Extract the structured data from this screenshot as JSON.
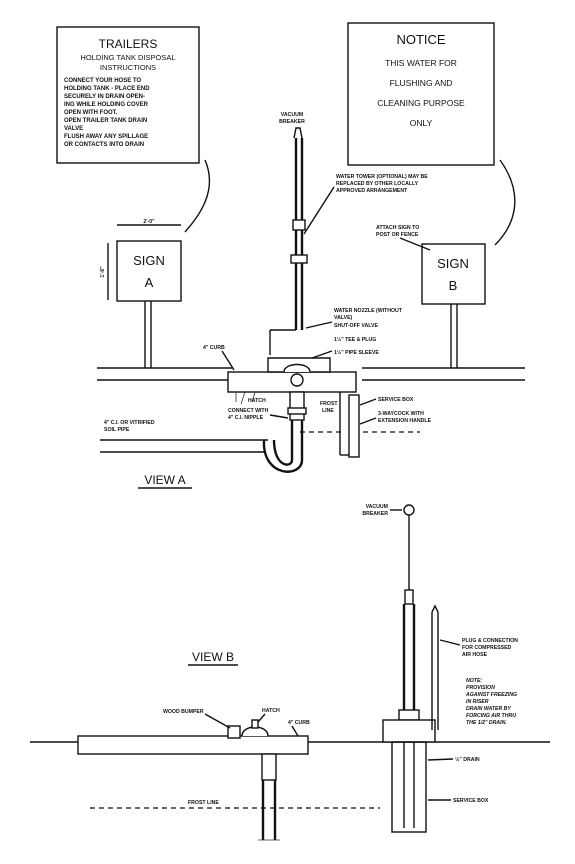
{
  "trailers_sign": {
    "title": "TRAILERS",
    "subtitle_1": "HOLDING TANK DISPOSAL",
    "subtitle_2": "INSTRUCTIONS",
    "lines": [
      "CONNECT YOUR HOSE TO",
      "HOLDING TANK - PLACE END",
      "SECURELY IN DRAIN OPEN-",
      "ING WHILE HOLDING COVER",
      "OPEN WITH FOOT.",
      "OPEN TRAILER TANK DRAIN",
      "VALVE",
      "FLUSH AWAY ANY SPILLAGE",
      "OR CONTACTS INTO DRAIN"
    ]
  },
  "notice_sign": {
    "title": "NOTICE",
    "lines": [
      "THIS WATER FOR",
      "FLUSHING AND",
      "CLEANING PURPOSE",
      "ONLY"
    ]
  },
  "view_a": {
    "label": "VIEW A",
    "sign_a": [
      "SIGN",
      "A"
    ],
    "sign_b": [
      "SIGN",
      "B"
    ],
    "dim_width": "2'-0\"",
    "dim_height": "1'-6\"",
    "labels": {
      "vacuum_breaker_1": "VACUUM",
      "vacuum_breaker_2": "BREAKER",
      "water_tower_1": "WATER TOWER (OPTIONAL) MAY BE",
      "water_tower_2": "REPLACED BY OTHER LOCALLY",
      "water_tower_3": "APPROVED ARRANGEMENT",
      "attach_sign_1": "ATTACH SIGN TO",
      "attach_sign_2": "POST OR FENCE",
      "nozzle_1": "WATER NOZZLE (WITHOUT",
      "nozzle_2": "VALVE)",
      "shutoff": "SHUT-OFF VALVE",
      "tee_plug": "1½\" TEE & PLUG",
      "pipe_sleeve": "1½\" PIPE SLEEVE",
      "curb": "4\" CURB",
      "hatch": "HATCH",
      "connect_1": "CONNECT WITH",
      "connect_2": "4\" C.I. NIPPLE",
      "soil_pipe_1": "4\" C.I. OR VITRIFIED",
      "soil_pipe_2": "SOIL PIPE",
      "frost_1": "FROST",
      "frost_2": "LINE",
      "service_box": "SERVICE BOX",
      "waycock_1": "3-WAYCOCK WITH",
      "waycock_2": "EXTENSION HANDLE"
    }
  },
  "view_b": {
    "label": "VIEW B",
    "labels": {
      "vacuum_1": "VACUUM",
      "vacuum_2": "BREAKER",
      "plug_1": "PLUG & CONNECTION",
      "plug_2": "FOR COMPRESSED",
      "plug_3": "AIR HOSE",
      "note_1": "NOTE:",
      "note_2": "PROVISION",
      "note_3": "AGAINST FREEZING",
      "note_4": "IN RISER",
      "note_5": "DRAIN WATER BY",
      "note_6": "FORCING AIR THRU",
      "note_7": "THE 1/2\" DRAIN.",
      "wood_bumper": "WOOD BUMPER",
      "hatch": "HATCH",
      "curb": "4\" CURB",
      "drain": "½\" DRAIN",
      "frost_line": "FROST LINE",
      "service_box": "SERVICE BOX"
    }
  }
}
